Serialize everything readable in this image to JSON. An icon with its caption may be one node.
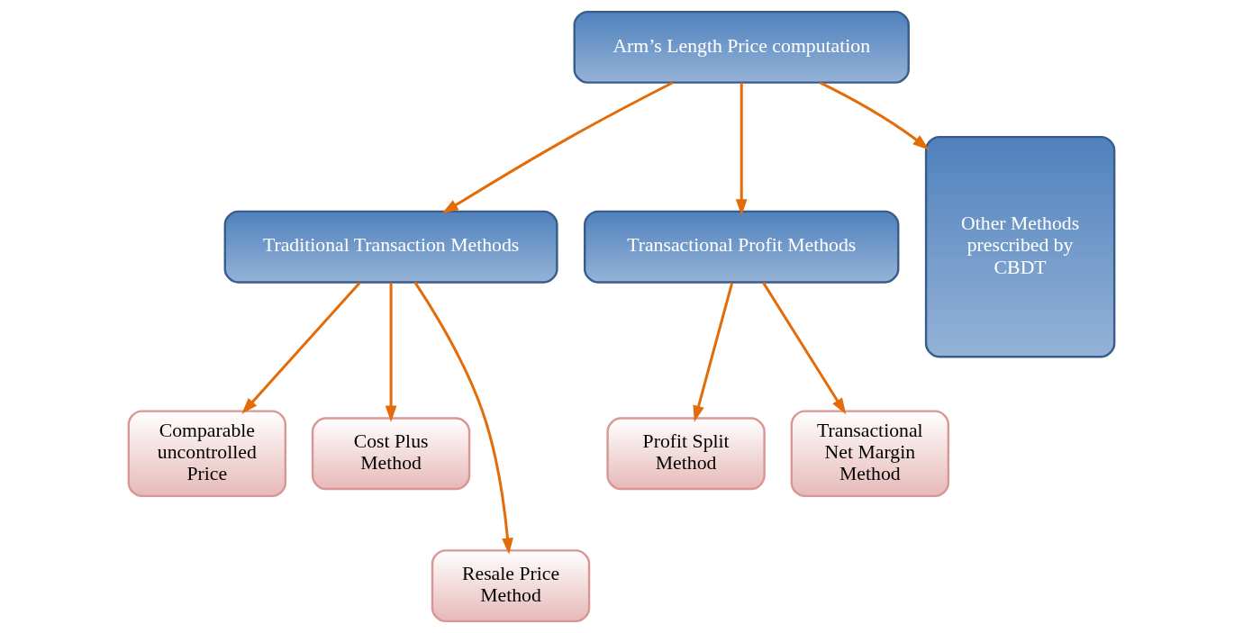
{
  "diagram": {
    "nodes": [
      {
        "text": [
          "Arm’s Length Price computation"
        ]
      },
      {
        "text": [
          "Traditional Transaction Methods"
        ]
      },
      {
        "text": [
          "Transactional Profit Methods"
        ]
      },
      {
        "text": [
          "Other Methods prescribed by CBDT"
        ]
      },
      {
        "text": [
          "Comparable uncontrolled Price"
        ]
      },
      {
        "text": [
          "Cost Plus Method"
        ]
      },
      {
        "text": [
          "Profit Split Method"
        ]
      },
      {
        "text": [
          "Transactional Net Margin Method"
        ]
      },
      {
        "text": [
          "Resale Price Method"
        ]
      }
    ],
    "edges": [
      {
        "from": 0,
        "to": 1,
        "arrow": "to"
      },
      {
        "from": 0,
        "to": 2,
        "arrow": "to"
      },
      {
        "from": 0,
        "to": 3,
        "arrow": "to"
      },
      {
        "from": 1,
        "to": 4,
        "arrow": "to"
      },
      {
        "from": 1,
        "to": 8,
        "arrow": "to"
      },
      {
        "from": 1,
        "to": 5,
        "arrow": "to"
      },
      {
        "from": 2,
        "to": 6,
        "arrow": "to"
      },
      {
        "from": 2,
        "to": 7,
        "arrow": "to"
      }
    ]
  }
}
